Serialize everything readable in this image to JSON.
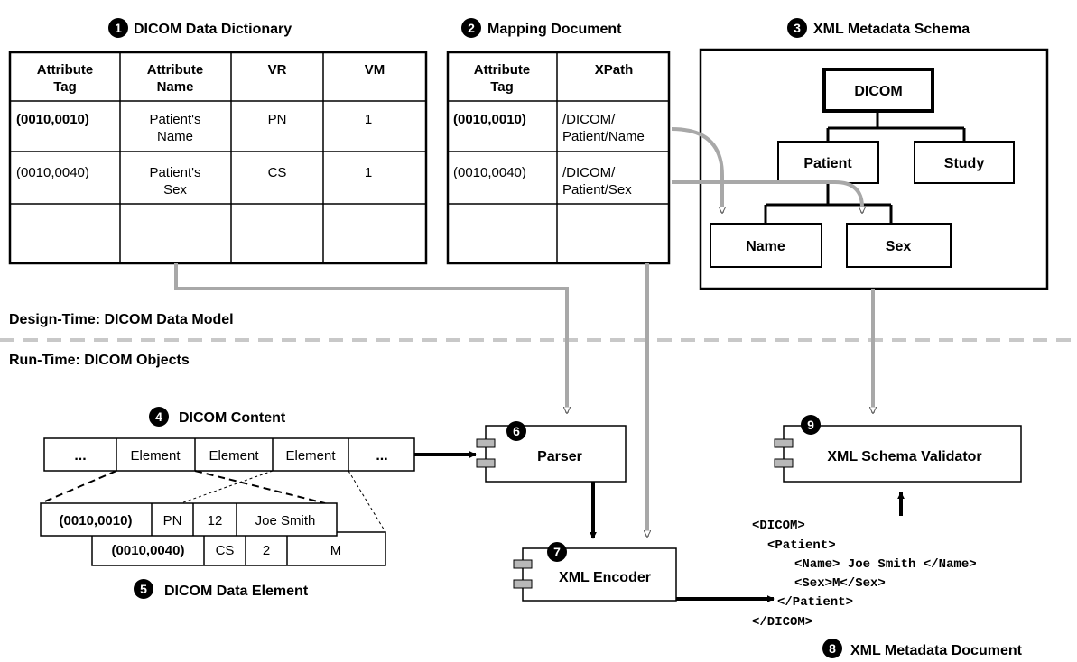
{
  "dictionary": {
    "number": "1",
    "title": "DICOM Data Dictionary",
    "headers": [
      "Attribute Tag",
      "Attribute Name",
      "VR",
      "VM"
    ],
    "rows": [
      [
        "(0010,0010)",
        "Patient's Name",
        "PN",
        "1"
      ],
      [
        "(0010,0040)",
        "Patient's Sex",
        "CS",
        "1"
      ]
    ]
  },
  "mapping": {
    "number": "2",
    "title": "Mapping Document",
    "headers": [
      "Attribute Tag",
      "XPath"
    ],
    "rows": [
      [
        "(0010,0010)",
        "/DICOM/ Patient/Name"
      ],
      [
        "(0010,0040)",
        "/DICOM/ Patient/Sex"
      ]
    ]
  },
  "schema": {
    "number": "3",
    "title": "XML Metadata Schema",
    "nodes": {
      "root": "DICOM",
      "patient": "Patient",
      "study": "Study",
      "name": "Name",
      "sex": "Sex"
    }
  },
  "sections": {
    "design_time": "Design-Time: DICOM Data Model",
    "run_time": "Run-Time: DICOM Objects"
  },
  "content": {
    "number": "4",
    "title": "DICOM Content",
    "cells": [
      "...",
      "Element",
      "Element",
      "Element",
      "..."
    ]
  },
  "data_element": {
    "number": "5",
    "title": "DICOM Data Element",
    "row1": [
      "(0010,0010)",
      "PN",
      "12",
      "Joe Smith"
    ],
    "row2": [
      "(0010,0040)",
      "CS",
      "2",
      "M"
    ]
  },
  "parser": {
    "number": "6",
    "label": "Parser"
  },
  "encoder": {
    "number": "7",
    "label": "XML Encoder"
  },
  "metadata_doc": {
    "number": "8",
    "title": "XML Metadata Document",
    "lines": [
      "<DICOM>",
      "<Patient>",
      "<Name> Joe Smith </Name>",
      "<Sex>M</Sex>",
      "</Patient>",
      "</DICOM>"
    ]
  },
  "validator": {
    "number": "9",
    "label": "XML Schema Validator"
  },
  "colors": {
    "line": "#000000",
    "flow_gray": "#a8a8a8",
    "divider": "#c8c8c8",
    "component": "#b8b8b8"
  }
}
